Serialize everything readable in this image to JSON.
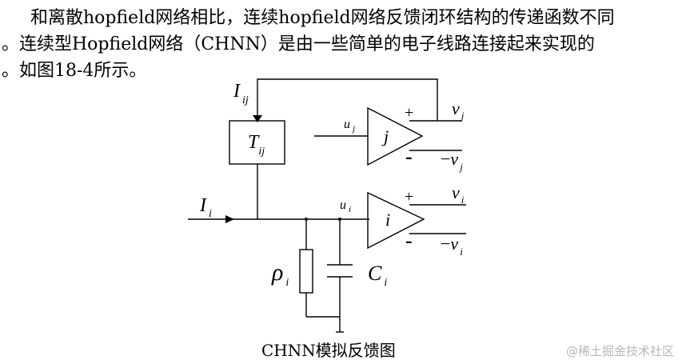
{
  "paragraph": {
    "line1": "和离散hopfield网络相比，连续hopfield网络反馈闭环结构的传递函数不同",
    "line2": "。连续型Hopfield网络（CHNN）是由一些简单的电子线路连接起来实现的",
    "line3": "。如图18-4所示。"
  },
  "diagram": {
    "labels": {
      "I_ij_base": "I",
      "I_ij_sub": "ij",
      "T_ij_base": "T",
      "T_ij_sub": "ij",
      "u_j_base": "u",
      "u_j_sub": "j",
      "amp_j": "j",
      "v_j_base": "v",
      "v_j_sub": "j",
      "neg_v_j_prefix": "−",
      "neg_v_j_base": "v",
      "neg_v_j_sub": "j",
      "I_i_base": "I",
      "I_i_sub": "i",
      "u_i_base": "u",
      "u_i_sub": "i",
      "amp_i": "i",
      "v_i_base": "v",
      "v_i_sub": "i",
      "neg_v_i_prefix": "−",
      "neg_v_i_base": "v",
      "neg_v_i_sub": "i",
      "rho_base": "ρ",
      "rho_sub": "i",
      "C_base": "C",
      "C_sub": "i",
      "plus_sign": "+",
      "minus_sign": "-"
    }
  },
  "caption": "CHNN模拟反馈图",
  "watermark": "@稀土掘金技术社区"
}
